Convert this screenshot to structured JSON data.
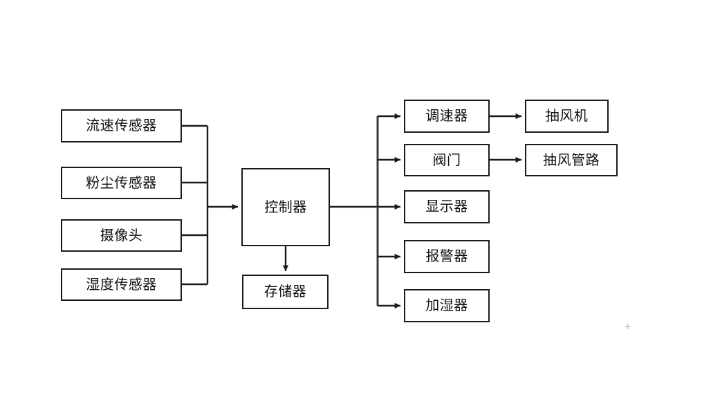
{
  "diagram": {
    "title": "",
    "background_color": "#ffffff",
    "line_color": "#1a1a1a",
    "text_color": "#111111",
    "inputs": [
      {
        "id": "flow-sensor",
        "label": "流速传感器"
      },
      {
        "id": "dust-sensor",
        "label": "粉尘传感器"
      },
      {
        "id": "camera",
        "label": "摄像头"
      },
      {
        "id": "humidity-sensor",
        "label": "湿度传感器"
      }
    ],
    "core": {
      "controller": {
        "id": "controller",
        "label": "控制器"
      },
      "storage": {
        "id": "storage",
        "label": "存储器"
      }
    },
    "outputs": [
      {
        "id": "speed-governor",
        "label": "调速器"
      },
      {
        "id": "valve",
        "label": "阀门"
      },
      {
        "id": "display",
        "label": "显示器"
      },
      {
        "id": "alarm",
        "label": "报警器"
      },
      {
        "id": "humidifier",
        "label": "加湿器"
      }
    ],
    "actuators": [
      {
        "id": "exhaust-fan",
        "label": "抽风机"
      },
      {
        "id": "exhaust-duct",
        "label": "抽风管路"
      }
    ],
    "marks": [
      {
        "id": "stray-mark",
        "glyph": "✛"
      }
    ]
  }
}
